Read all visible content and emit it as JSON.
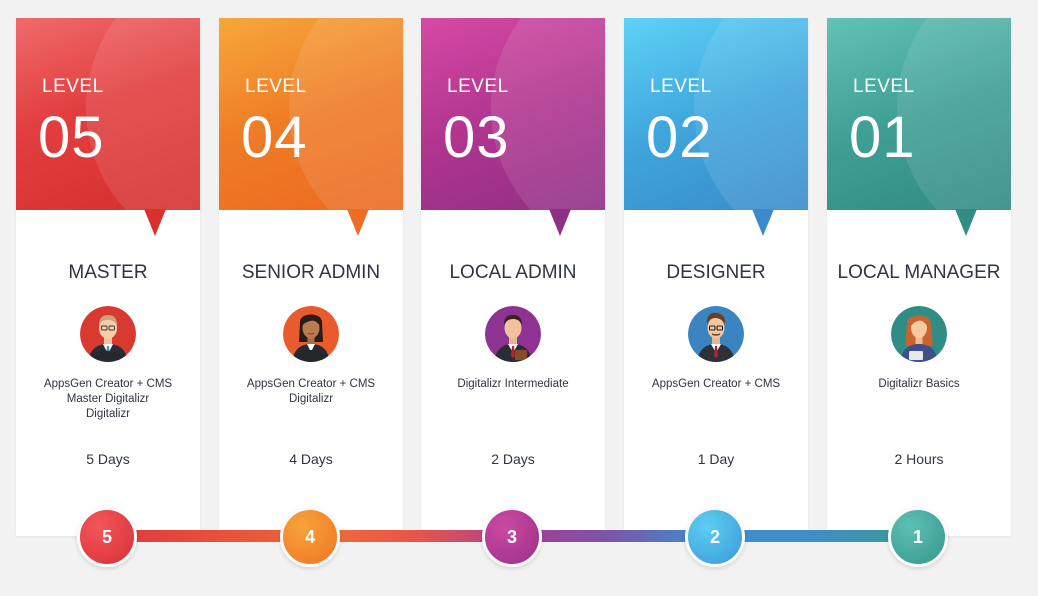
{
  "levels": [
    {
      "level_label": "LEVEL",
      "number": "05",
      "role": "MASTER",
      "description": [
        "AppsGen Creator + CMS",
        "Master Digitalizr",
        "Digitalizr"
      ],
      "duration": "5 Days",
      "step": "5",
      "color": "#e23e3f",
      "color_light": "#ef6165",
      "avatar_bg": "#d83a32",
      "avatar_icon": "businessman-avatar"
    },
    {
      "level_label": "LEVEL",
      "number": "04",
      "role": "SENIOR ADMIN",
      "description": [
        "AppsGen Creator + CMS",
        "Digitalizr"
      ],
      "duration": "4 Days",
      "step": "4",
      "color": "#ef7b25",
      "color_light": "#f6a33a",
      "avatar_bg": "#e95a2c",
      "avatar_icon": "businesswoman-avatar"
    },
    {
      "level_label": "LEVEL",
      "number": "03",
      "role": "LOCAL ADMIN",
      "description": [
        "Digitalizr Intermediate"
      ],
      "duration": "2 Days",
      "step": "3",
      "color": "#b1358f",
      "color_light": "#d24ba2",
      "avatar_bg": "#8e3393",
      "avatar_icon": "businessman-folder-avatar"
    },
    {
      "level_label": "LEVEL",
      "number": "02",
      "role": "DESIGNER",
      "description": [
        "AppsGen Creator + CMS"
      ],
      "duration": "1 Day",
      "step": "2",
      "color": "#3f9ad6",
      "color_light": "#59c4ef",
      "avatar_bg": "#3b84c2",
      "avatar_icon": "designer-avatar"
    },
    {
      "level_label": "LEVEL",
      "number": "01",
      "role": "LOCAL MANAGER",
      "description": [
        "Digitalizr Basics"
      ],
      "duration": "2 Hours",
      "step": "1",
      "color": "#3b9d93",
      "color_light": "#5dbdb0",
      "avatar_bg": "#2f8d86",
      "avatar_icon": "manager-woman-avatar"
    }
  ]
}
